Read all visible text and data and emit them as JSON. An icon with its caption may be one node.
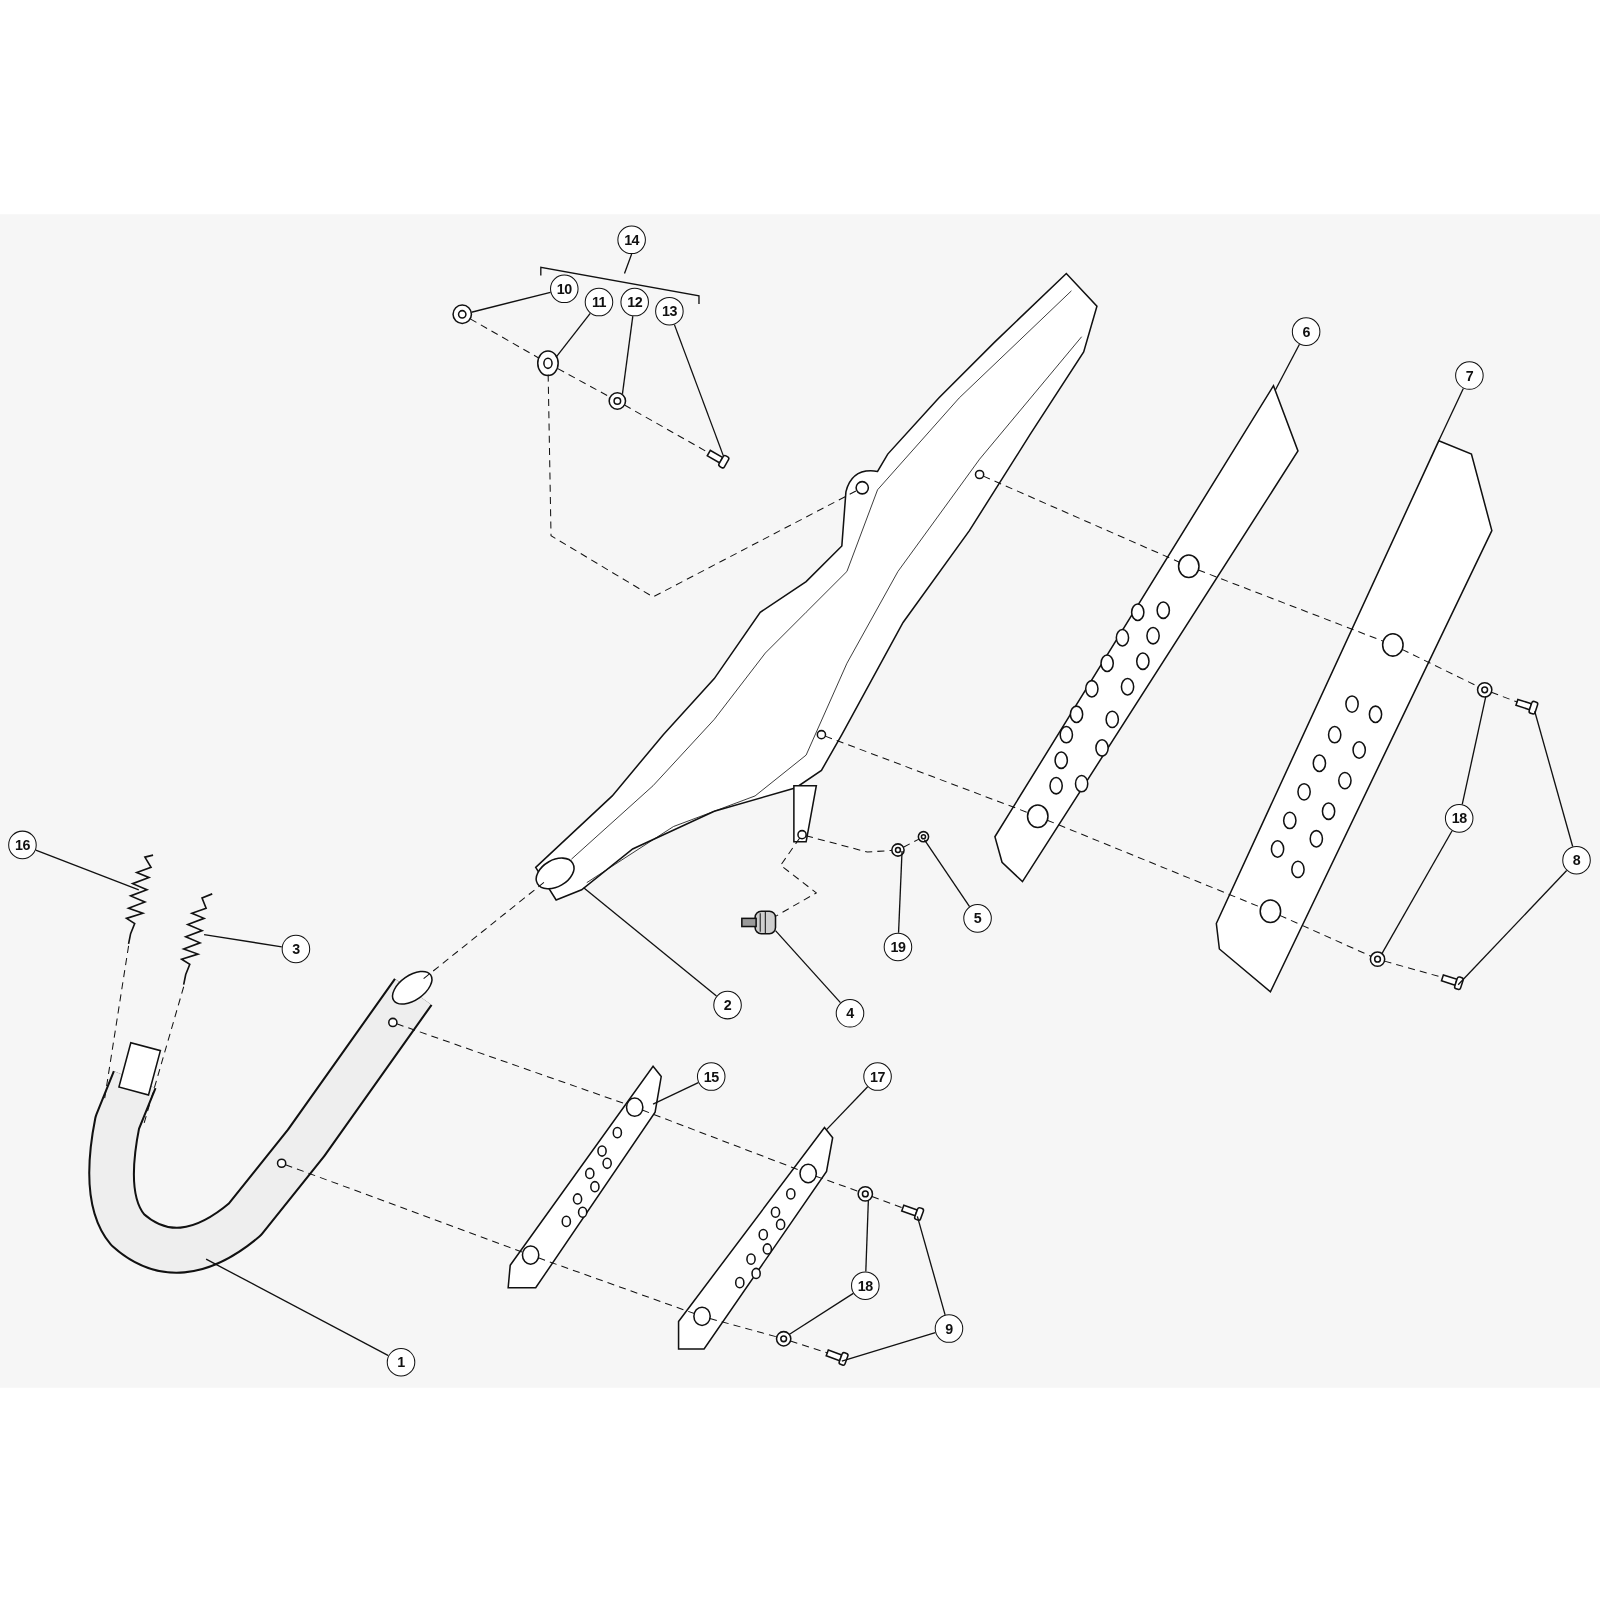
{
  "diagram": {
    "nodes": [
      {
        "text": [
          "14"
        ]
      },
      {
        "text": [
          "10"
        ]
      },
      {
        "text": [
          "11"
        ]
      },
      {
        "text": [
          "12"
        ]
      },
      {
        "text": [
          "13"
        ]
      },
      {
        "text": [
          "6"
        ]
      },
      {
        "text": [
          "7"
        ]
      },
      {
        "text": [
          "16"
        ]
      },
      {
        "text": [
          "3"
        ]
      },
      {
        "text": [
          "18"
        ]
      },
      {
        "text": [
          "8"
        ]
      },
      {
        "text": [
          "5"
        ]
      },
      {
        "text": [
          "19"
        ]
      },
      {
        "text": [
          "2"
        ]
      },
      {
        "text": [
          "4"
        ]
      },
      {
        "text": [
          "15"
        ]
      },
      {
        "text": [
          "17"
        ]
      },
      {
        "text": [
          "18"
        ]
      },
      {
        "text": [
          "9"
        ]
      },
      {
        "text": [
          "1"
        ]
      },
      {
        "text": [],
        "shape": "picture"
      },
      {
        "text": [],
        "shape": "picture"
      },
      {
        "text": [],
        "shape": "picture"
      },
      {
        "text": [],
        "shape": "picture"
      },
      {
        "text": [],
        "shape": "picture"
      },
      {
        "text": [],
        "shape": "picture"
      },
      {
        "text": [],
        "shape": "picture"
      },
      {
        "text": [],
        "shape": "picture"
      },
      {
        "text": [],
        "shape": "picture"
      },
      {
        "text": [],
        "shape": "picture"
      },
      {
        "text": [],
        "shape": "picture"
      },
      {
        "text": [],
        "shape": "picture"
      },
      {
        "text": [],
        "shape": "picture"
      },
      {
        "text": [],
        "shape": "picture"
      },
      {
        "text": [],
        "shape": "picture"
      },
      {
        "text": [],
        "shape": "picture"
      },
      {
        "text": [],
        "shape": "picture"
      },
      {
        "text": [],
        "shape": "picture"
      },
      {
        "text": [],
        "shape": "picture"
      },
      {
        "text": [],
        "shape": "picture"
      },
      {
        "text": [],
        "shape": "picture"
      },
      {
        "text": [],
        "shape": "picture"
      },
      {
        "text": [],
        "shape": "picture"
      }
    ],
    "edges": [
      {
        "from": 1,
        "to": 20,
        "arrow": "none"
      },
      {
        "from": 2,
        "to": 21,
        "arrow": "none"
      },
      {
        "from": 3,
        "to": 22,
        "arrow": "none"
      },
      {
        "from": 4,
        "to": 23,
        "arrow": "none"
      },
      {
        "from": 5,
        "to": 25,
        "arrow": "none"
      },
      {
        "from": 6,
        "to": 26,
        "arrow": "none"
      },
      {
        "from": 7,
        "to": 27,
        "arrow": "none"
      },
      {
        "from": 8,
        "to": 28,
        "arrow": "none"
      },
      {
        "from": 9,
        "to": 29,
        "arrow": "none"
      },
      {
        "from": 9,
        "to": 30,
        "arrow": "none"
      },
      {
        "from": 10,
        "to": 31,
        "arrow": "none"
      },
      {
        "from": 10,
        "to": 32,
        "arrow": "none"
      },
      {
        "from": 11,
        "to": 33,
        "arrow": "none"
      },
      {
        "from": 12,
        "to": 34,
        "arrow": "none"
      },
      {
        "from": 13,
        "to": 24,
        "arrow": "none"
      },
      {
        "from": 14,
        "to": 35,
        "arrow": "none"
      },
      {
        "from": 15,
        "to": 36,
        "arrow": "none"
      },
      {
        "from": 16,
        "to": 37,
        "arrow": "none"
      },
      {
        "from": 17,
        "to": 38,
        "arrow": "none"
      },
      {
        "from": 17,
        "to": 39,
        "arrow": "none"
      },
      {
        "from": 18,
        "to": 40,
        "arrow": "none"
      },
      {
        "from": 18,
        "to": 41,
        "arrow": "none"
      },
      {
        "from": 19,
        "to": 42,
        "arrow": "none"
      },
      {
        "from": 20,
        "to": 21,
        "arrow": "none",
        "style": "dashed"
      },
      {
        "from": 21,
        "to": 22,
        "arrow": "none",
        "style": "dashed"
      },
      {
        "from": 22,
        "to": 23,
        "arrow": "none",
        "style": "dashed"
      },
      {
        "from": 21,
        "to": 24,
        "arrow": "none",
        "style": "dashed"
      },
      {
        "from": 24,
        "to": 25,
        "arrow": "none",
        "style": "dashed"
      },
      {
        "from": 25,
        "to": 26,
        "arrow": "none",
        "style": "dashed"
      },
      {
        "from": 26,
        "to": 29,
        "arrow": "none",
        "style": "dashed"
      },
      {
        "from": 29,
        "to": 31,
        "arrow": "none",
        "style": "dashed"
      },
      {
        "from": 24,
        "to": 25,
        "arrow": "none",
        "style": "dashed"
      },
      {
        "from": 25,
        "to": 26,
        "arrow": "none",
        "style": "dashed"
      },
      {
        "from": 26,
        "to": 30,
        "arrow": "none",
        "style": "dashed"
      },
      {
        "from": 30,
        "to": 32,
        "arrow": "none",
        "style": "dashed"
      },
      {
        "from": 24,
        "to": 42,
        "arrow": "none",
        "style": "dashed"
      },
      {
        "from": 42,
        "to": 36,
        "arrow": "none",
        "style": "dashed"
      },
      {
        "from": 36,
        "to": 37,
        "arrow": "none",
        "style": "dashed"
      },
      {
        "from": 37,
        "to": 38,
        "arrow": "none",
        "style": "dashed"
      },
      {
        "from": 38,
        "to": 40,
        "arrow": "none",
        "style": "dashed"
      },
      {
        "from": 42,
        "to": 36,
        "arrow": "none",
        "style": "dashed"
      },
      {
        "from": 36,
        "to": 37,
        "arrow": "none",
        "style": "dashed"
      },
      {
        "from": 37,
        "to": 39,
        "arrow": "none",
        "style": "dashed"
      },
      {
        "from": 39,
        "to": 41,
        "arrow": "none",
        "style": "dashed"
      },
      {
        "from": 24,
        "to": 34,
        "arrow": "none",
        "style": "dashed"
      },
      {
        "from": 34,
        "to": 33,
        "arrow": "none",
        "style": "dashed"
      },
      {
        "from": 24,
        "to": 35,
        "arrow": "none",
        "style": "dashed"
      },
      {
        "from": 27,
        "to": 42,
        "arrow": "none",
        "style": "dashed"
      },
      {
        "from": 28,
        "to": 42,
        "arrow": "none",
        "style": "dashed"
      }
    ]
  }
}
